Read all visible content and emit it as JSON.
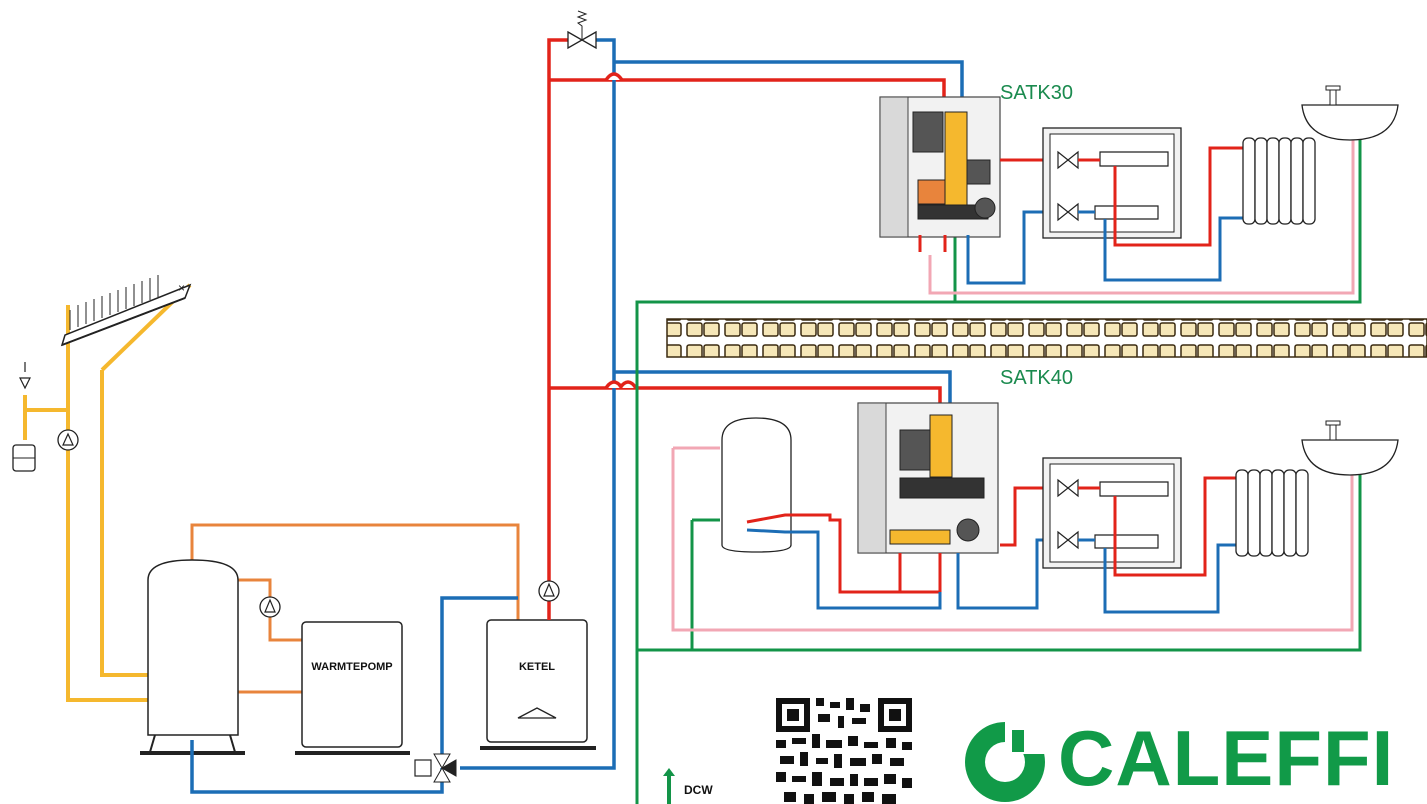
{
  "labels": {
    "unit_top": "SATK30",
    "unit_bottom": "SATK40",
    "heat_pump": "WARMTEPOMP",
    "boiler": "KETEL",
    "legend_dcw": "DCW",
    "brand": "CALEFFI"
  },
  "colors": {
    "hot": "#e2231a",
    "cold": "#1c6db5",
    "solar": "#f5b82e",
    "heatpump": "#e8843c",
    "dcw": "#139448",
    "dhw_return": "#f2a7b4",
    "label_green": "#1a8a4e",
    "brand_green": "#119a48",
    "outline": "#222222"
  },
  "icons": [
    "solar-collector-icon",
    "expansion-vessel-icon",
    "safety-valve-icon",
    "pump-icon",
    "storage-tank-icon",
    "heat-pump-icon",
    "boiler-icon",
    "three-way-valve-icon",
    "manifold-icon",
    "radiator-icon",
    "washbasin-icon",
    "qr-code-icon",
    "caleffi-logo-icon",
    "arrow-up-icon"
  ]
}
